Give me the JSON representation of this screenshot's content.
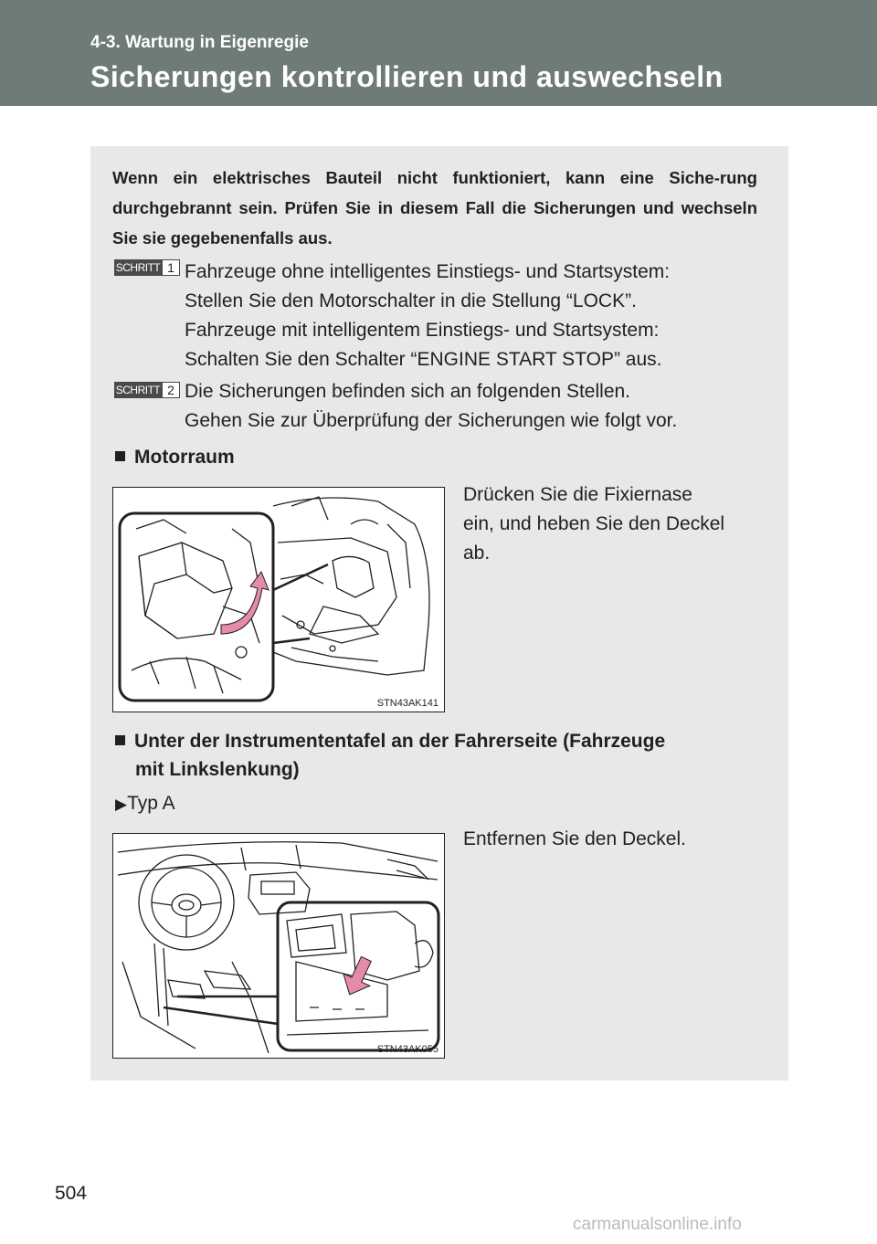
{
  "header": {
    "section": "4-3. Wartung in Eigenregie",
    "title": "Sicherungen kontrollieren und auswechseln"
  },
  "intro": "Wenn ein elektrisches Bauteil nicht funktioniert, kann eine Siche-rung durchgebrannt sein. Prüfen Sie in diesem Fall die Sicherungen und wechseln Sie sie gegebenenfalls aus.",
  "steps": [
    {
      "badge": "SCHRITT",
      "number": "1",
      "lines": [
        "Fahrzeuge ohne intelligentes Einstiegs- und Startsystem:",
        "Stellen Sie den Motorschalter in die Stellung “LOCK”.",
        "Fahrzeuge mit intelligentem Einstiegs- und Startsystem:",
        "Schalten Sie den Schalter “ENGINE START STOP” aus."
      ]
    },
    {
      "badge": "SCHRITT",
      "number": "2",
      "lines": [
        "Die Sicherungen befinden sich an folgenden Stellen.",
        "Gehen Sie zur Überprüfung der Sicherungen wie folgt vor."
      ]
    }
  ],
  "sections": [
    {
      "heading": "Motorraum",
      "instruction_lines": [
        "Drücken Sie die Fixiernase",
        "ein, und heben Sie den Deckel",
        "ab."
      ],
      "figure_code": "STN43AK141"
    },
    {
      "heading_lines": [
        "Unter der Instrumententafel an der Fahrerseite (Fahrzeuge",
        "mit Linkslenkung)"
      ],
      "subtype": "Typ A",
      "instruction": "Entfernen Sie den Deckel.",
      "figure_code": "STN43AK055"
    }
  ],
  "footer": {
    "page_number": "504",
    "watermark": "carmanualsonline.info"
  },
  "colors": {
    "header": "#6e7b79",
    "panel": "#e8e8e8",
    "arrow": "#e58ba8"
  }
}
